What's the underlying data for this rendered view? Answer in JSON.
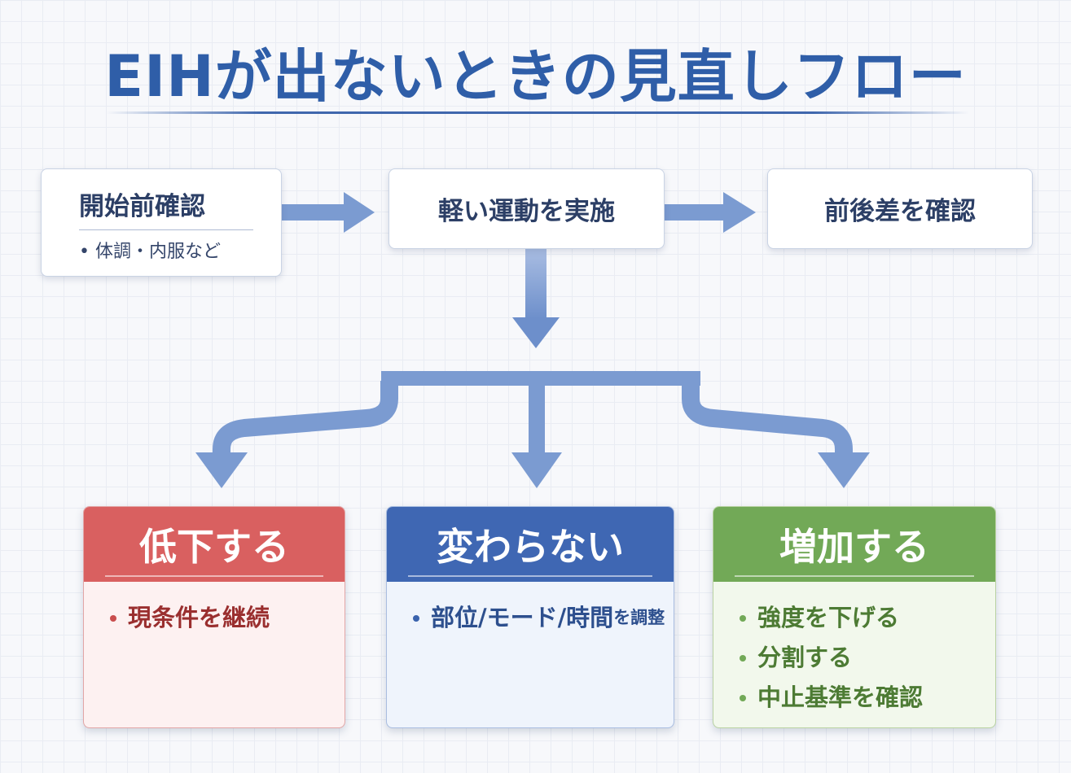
{
  "title": "EIHが出ないときの見直しフロー",
  "steps": {
    "pre_check": {
      "label": "開始前確認",
      "sub": "• 体調・内服など"
    },
    "exercise": {
      "label": "軽い運動を実施"
    },
    "compare": {
      "label": "前後差を確認"
    }
  },
  "outcomes": {
    "decrease": {
      "label": "低下する",
      "items": [
        "現条件を継続"
      ]
    },
    "unchanged": {
      "label": "変わらない",
      "item_main": "部位/モード/時間",
      "item_small": "を調整"
    },
    "increase": {
      "label": "増加する",
      "items": [
        "強度を下げる",
        "分割する",
        "中止基準を確認"
      ]
    }
  },
  "colors": {
    "title": "#2f5ea8",
    "arrow": "#7b9bd1",
    "decrease": "#d96060",
    "unchanged": "#3f67b3",
    "increase": "#72a957"
  }
}
